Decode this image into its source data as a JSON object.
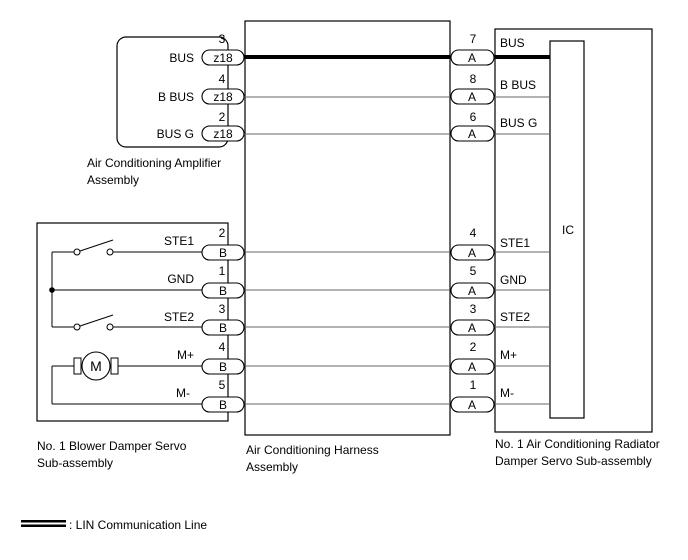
{
  "amplifier": {
    "name": "Air Conditioning Amplifier Assembly",
    "caption": [
      "Air Conditioning Amplifier",
      "Assembly"
    ],
    "connector": "z18",
    "pins": [
      {
        "label": "BUS",
        "pin": "3"
      },
      {
        "label": "B BUS",
        "pin": "4"
      },
      {
        "label": "BUS G",
        "pin": "2"
      }
    ]
  },
  "blower_servo": {
    "name": "No. 1 Blower Damper Servo Sub-assembly",
    "caption": [
      "No. 1 Blower Damper Servo",
      "Sub-assembly"
    ],
    "connector": "B",
    "pins": [
      {
        "label": "STE1",
        "pin": "2"
      },
      {
        "label": "GND",
        "pin": "1"
      },
      {
        "label": "STE2",
        "pin": "3"
      },
      {
        "label": "M+",
        "pin": "4"
      },
      {
        "label": "M-",
        "pin": "5"
      }
    ],
    "motor_symbol": "M"
  },
  "harness": {
    "name": "Air Conditioning Harness Assembly",
    "caption": [
      "Air Conditioning Harness",
      "Assembly"
    ]
  },
  "radiator_servo": {
    "name": "No. 1 Air Conditioning Radiator Damper Servo Sub-assembly",
    "caption": [
      "No. 1 Air Conditioning Radiator",
      "Damper Servo Sub-assembly"
    ],
    "connector": "A",
    "ic_label": "IC",
    "pins": [
      {
        "label": "BUS",
        "pin": "7"
      },
      {
        "label": "B BUS",
        "pin": "8"
      },
      {
        "label": "BUS G",
        "pin": "6"
      },
      {
        "label": "STE1",
        "pin": "4"
      },
      {
        "label": "GND",
        "pin": "5"
      },
      {
        "label": "STE2",
        "pin": "3"
      },
      {
        "label": "M+",
        "pin": "2"
      },
      {
        "label": "M-",
        "pin": "1"
      }
    ]
  },
  "legend": {
    "text": ": LIN Communication Line",
    "icon": "thick-line-icon"
  },
  "colors": {
    "line": "#000000",
    "wire": "#666666",
    "background": "#ffffff"
  }
}
